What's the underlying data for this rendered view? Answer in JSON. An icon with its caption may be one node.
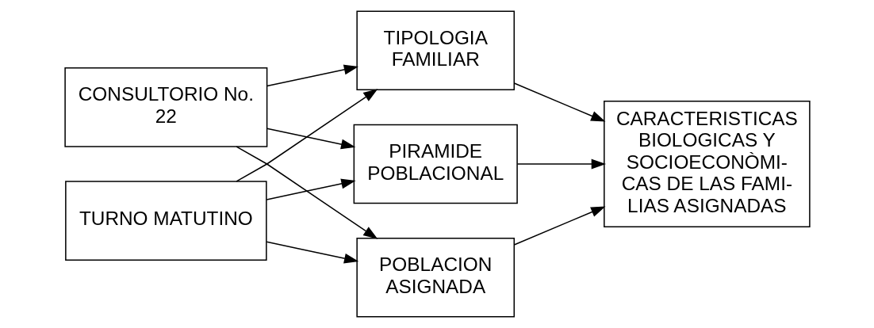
{
  "diagram": {
    "nodes": [
      {
        "text": [
          "CONSULTORIO No. 22"
        ]
      },
      {
        "text": [
          "TURNO MATUTINO"
        ]
      },
      {
        "text": [
          "TIPOLOGIA FAMILIAR"
        ]
      },
      {
        "text": [
          "PIRAMIDE POBLACIONAL"
        ]
      },
      {
        "text": [
          "POBLACION ASIGNADA"
        ]
      },
      {
        "text": [
          "CARACTERISTICAS BIOLOGICAS Y SOCIOECONÒMI- CAS DE LAS FAMI- LIAS ASIGNADAS"
        ]
      }
    ],
    "edges": [
      {
        "from": 0,
        "to": 2,
        "arrow": "to"
      },
      {
        "from": 0,
        "to": 3,
        "arrow": "to"
      },
      {
        "from": 0,
        "to": 4,
        "arrow": "to"
      },
      {
        "from": 1,
        "to": 2,
        "arrow": "to"
      },
      {
        "from": 1,
        "to": 3,
        "arrow": "to"
      },
      {
        "from": 1,
        "to": 4,
        "arrow": "to"
      },
      {
        "from": 2,
        "to": 5,
        "arrow": "to"
      },
      {
        "from": 3,
        "to": 5,
        "arrow": "to"
      },
      {
        "from": 4,
        "to": 5,
        "arrow": "to"
      }
    ]
  }
}
